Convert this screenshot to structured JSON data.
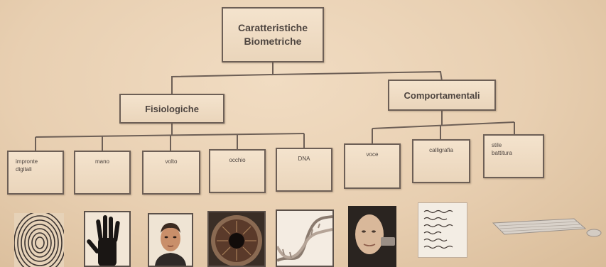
{
  "diagram": {
    "root": {
      "label": "Caratteristiche\nBiometriche"
    },
    "categories": [
      {
        "label": "Fisiologiche"
      },
      {
        "label": "Comportamentali"
      }
    ],
    "physiological": [
      {
        "label": "impronte\ndigitali",
        "icon": "fingerprint-icon"
      },
      {
        "label": "mano",
        "icon": "hand-icon"
      },
      {
        "label": "volto",
        "icon": "face-icon"
      },
      {
        "label": "occhio",
        "icon": "iris-icon"
      },
      {
        "label": "DNA",
        "icon": "dna-icon"
      }
    ],
    "behavioral": [
      {
        "label": "voce",
        "icon": "voice-face-icon"
      },
      {
        "label": "calligrafia",
        "icon": "handwriting-icon"
      },
      {
        "label": "stile\nbattitura",
        "icon": "keyboard-icon"
      }
    ]
  },
  "colors": {
    "background": "#ecd6bb",
    "border": "#6d5f56",
    "box_fill": "#f1dfc8",
    "text": "#4e4540"
  }
}
